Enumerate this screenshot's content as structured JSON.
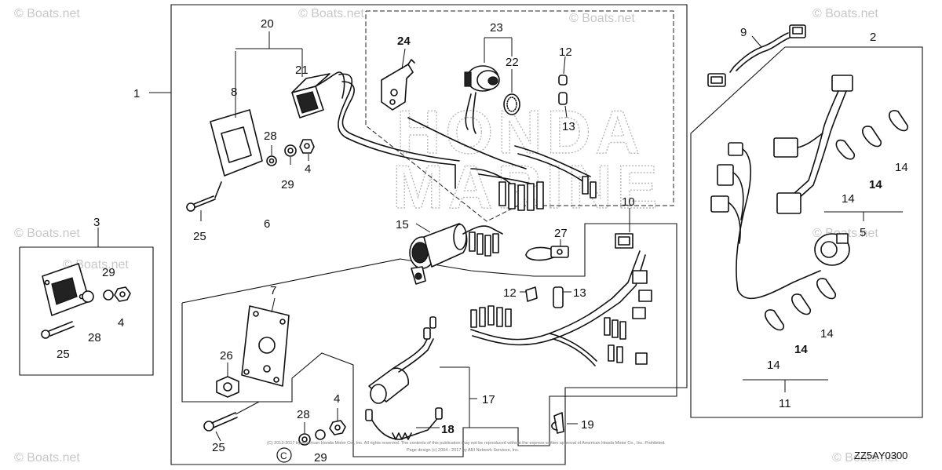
{
  "watermark": {
    "text": "© Boats.net",
    "ghost_line1": "HONDA",
    "ghost_line2": "MARINE"
  },
  "callouts": {
    "c1": "1",
    "c2": "2",
    "c3": "3",
    "c4a": "4",
    "c4b": "4",
    "c4c": "4",
    "c5": "5",
    "c6": "6",
    "c7": "7",
    "c8": "8",
    "c9": "9",
    "c10": "10",
    "c11": "11",
    "c12a": "12",
    "c12b": "12",
    "c13a": "13",
    "c13b": "13",
    "c14a": "14",
    "c14b": "14",
    "c14c": "14",
    "c14d": "14",
    "c14e": "14",
    "c14f": "14",
    "c15": "15",
    "c17": "17",
    "c18": "18",
    "c19": "19",
    "c20": "20",
    "c21": "21",
    "c22": "22",
    "c23": "23",
    "c24": "24",
    "c25a": "25",
    "c25b": "25",
    "c25c": "25",
    "c26": "26",
    "c27": "27",
    "c28a": "28",
    "c28b": "28",
    "c28c": "28",
    "c29a": "29",
    "c29b": "29",
    "c29c": "29"
  },
  "diagram_code": "ZZ5AY0300",
  "copyright": {
    "line1": "(C) 2013-2017 by American Honda Motor Co., Inc. All rights reserved. The contents of this publication may not be reproduced without the express written approval of American Honda Motor Co., Inc. Prohibited.",
    "line2": "Page design (c) 2004 - 2017 by ARI Network Services, Inc."
  },
  "icons": {
    "copyright": "copyright-icon"
  }
}
